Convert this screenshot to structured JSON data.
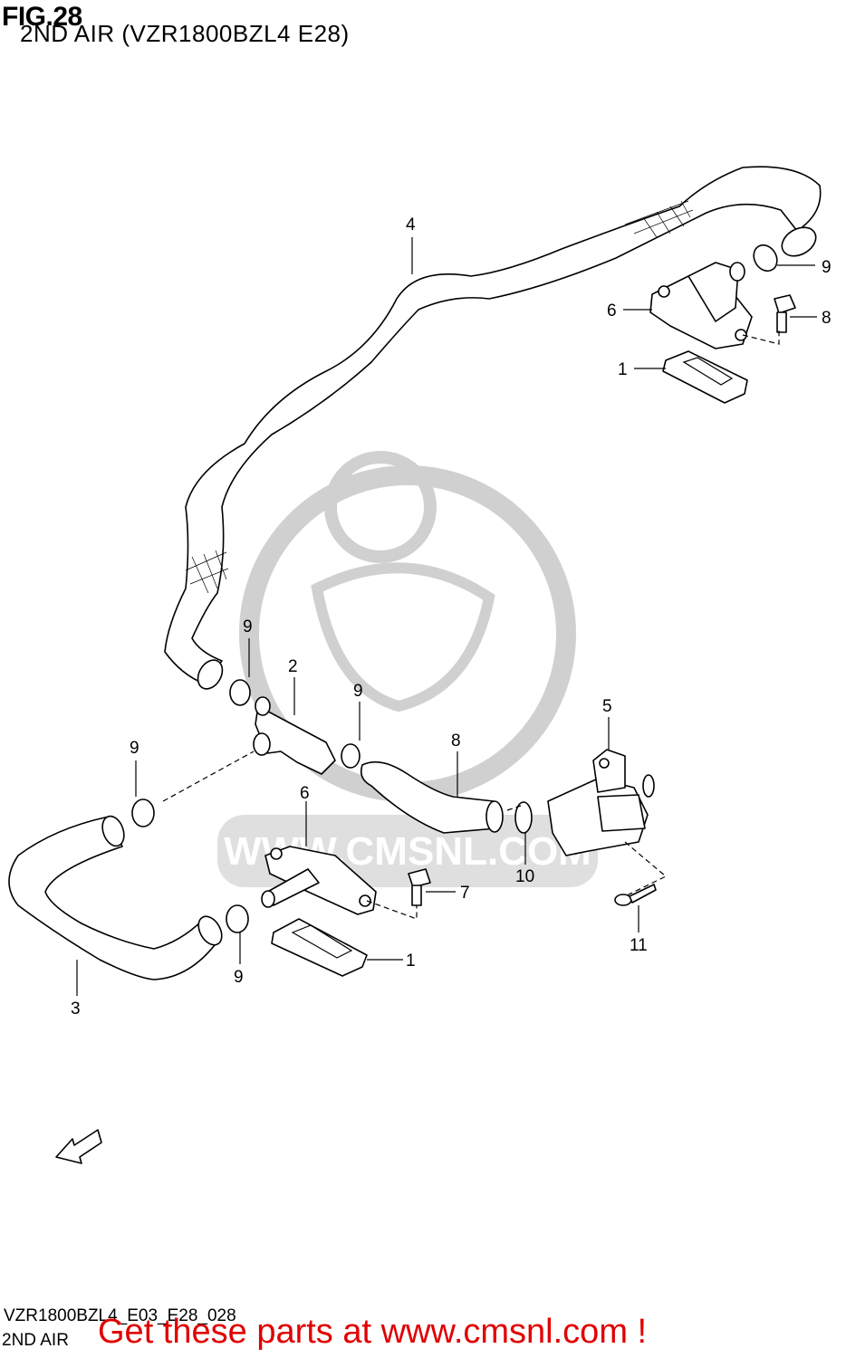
{
  "header": {
    "figure_label": "FIG.28",
    "subtitle": "2ND AIR (VZR1800BZL4 E28)"
  },
  "watermark": {
    "text": "WWW.CMSNL.COM",
    "color": "#d9d9d9"
  },
  "callouts": [
    {
      "id": "c1a",
      "label": "1"
    },
    {
      "id": "c1b",
      "label": "1"
    },
    {
      "id": "c2",
      "label": "2"
    },
    {
      "id": "c3",
      "label": "3"
    },
    {
      "id": "c4",
      "label": "4"
    },
    {
      "id": "c5",
      "label": "5"
    },
    {
      "id": "c6a",
      "label": "6"
    },
    {
      "id": "c6b",
      "label": "6"
    },
    {
      "id": "c7",
      "label": "7"
    },
    {
      "id": "c8a",
      "label": "8"
    },
    {
      "id": "c8b",
      "label": "8"
    },
    {
      "id": "c9a",
      "label": "9"
    },
    {
      "id": "c9b",
      "label": "9"
    },
    {
      "id": "c9c",
      "label": "9"
    },
    {
      "id": "c9d",
      "label": "9"
    },
    {
      "id": "c9e",
      "label": "9"
    },
    {
      "id": "c10",
      "label": "10"
    },
    {
      "id": "c11",
      "label": "11"
    }
  ],
  "fwd_label": "FWD",
  "footer": {
    "diagram_code": "VZR1800BZL4_E03_E28_028",
    "section_name": "2ND AIR",
    "cta_text": "Get these parts at www.cmsnl.com !",
    "cta_color": "#e00000"
  }
}
